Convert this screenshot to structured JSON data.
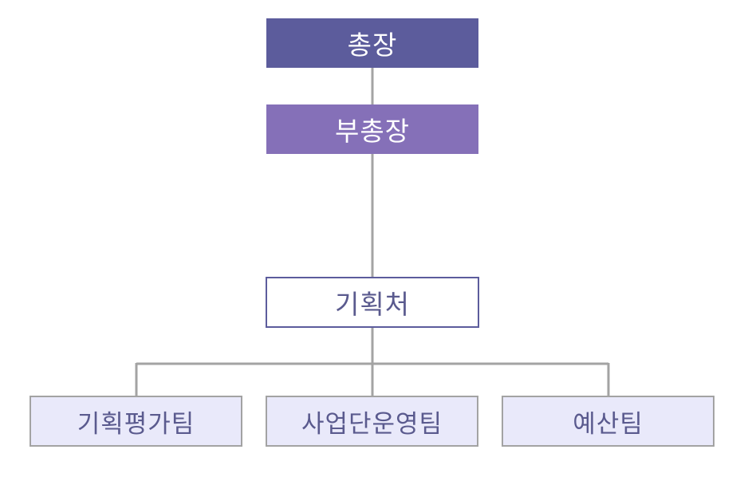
{
  "org_chart": {
    "president": {
      "label": "총장"
    },
    "vice_president": {
      "label": "부총장"
    },
    "office": {
      "label": "기획처"
    },
    "teams": [
      {
        "label": "기획평가팀"
      },
      {
        "label": "사업단운영팀"
      },
      {
        "label": "예산팀"
      }
    ]
  },
  "colors": {
    "president_fill": "#5c5c9c",
    "vice_president_fill": "#8570b8",
    "office_border": "#5c5c9c",
    "team_fill": "#e9e9fa",
    "team_border": "#a3a3a3",
    "connector": "#a3a3a3",
    "label_text": "#5a5a8e"
  }
}
